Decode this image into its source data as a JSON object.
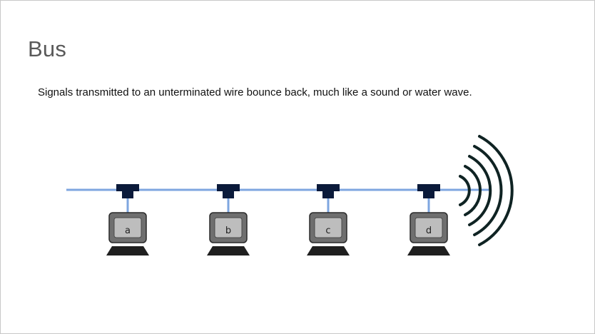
{
  "slide": {
    "title": "Bus",
    "subtitle": "Signals transmitted to an unterminated wire bounce back, much like a sound or water wave."
  },
  "diagram": {
    "nodes": [
      {
        "label": "a"
      },
      {
        "label": "b"
      },
      {
        "label": "c"
      },
      {
        "label": "d"
      }
    ],
    "colors": {
      "bus_line": "#7ea6e0",
      "connector": "#0b1a3a",
      "computer_body": "#6f6f6f",
      "screen": "#bdbdbd",
      "keyboard": "#1f1f1f",
      "reflection_waves": "#0f2323"
    },
    "icons": [
      "t-connector-icon",
      "computer-icon",
      "signal-reflection-waves-icon"
    ]
  }
}
